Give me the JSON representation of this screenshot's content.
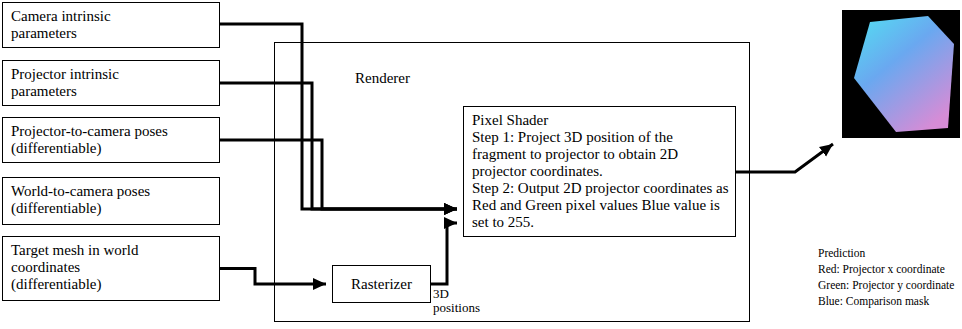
{
  "diagram": {
    "nodes": [
      {
        "text": [
          "Camera intrinsic parameters"
        ]
      },
      {
        "text": [
          "Projector intrinsic parameters"
        ]
      },
      {
        "text": [
          "Projector-to-camera poses (differentiable)"
        ]
      },
      {
        "text": [
          "World-to-camera poses (differentiable)"
        ]
      },
      {
        "text": [
          "Target mesh in world coordinates (differentiable)"
        ]
      },
      {
        "text": [
          "Renderer"
        ]
      },
      {
        "text": [
          "Pixel Shader",
          "Step 1: Project 3D position of the fragment to projector to obtain 2D projector coordinates.",
          "Step 2: Output 2D projector coordinates as Red and Green pixel values Blue value is set to 255."
        ],
        "in": 5
      },
      {
        "text": [
          "Rasterizer"
        ],
        "in": 5
      }
    ],
    "edges": [
      {
        "from": 0,
        "to": 6,
        "arrow": "to"
      },
      {
        "from": 1,
        "to": 6,
        "arrow": "to"
      },
      {
        "from": 2,
        "to": 6,
        "arrow": "to"
      },
      {
        "from": 4,
        "to": 7,
        "arrow": "to"
      },
      {
        "from": 7,
        "to": 6,
        "arrow": "to"
      }
    ],
    "labels": [
      "3D positions",
      "Prediction",
      "Red: Projector x coordinate",
      "Green: Projector y coordinate",
      "Blue: Comparison mask"
    ]
  }
}
